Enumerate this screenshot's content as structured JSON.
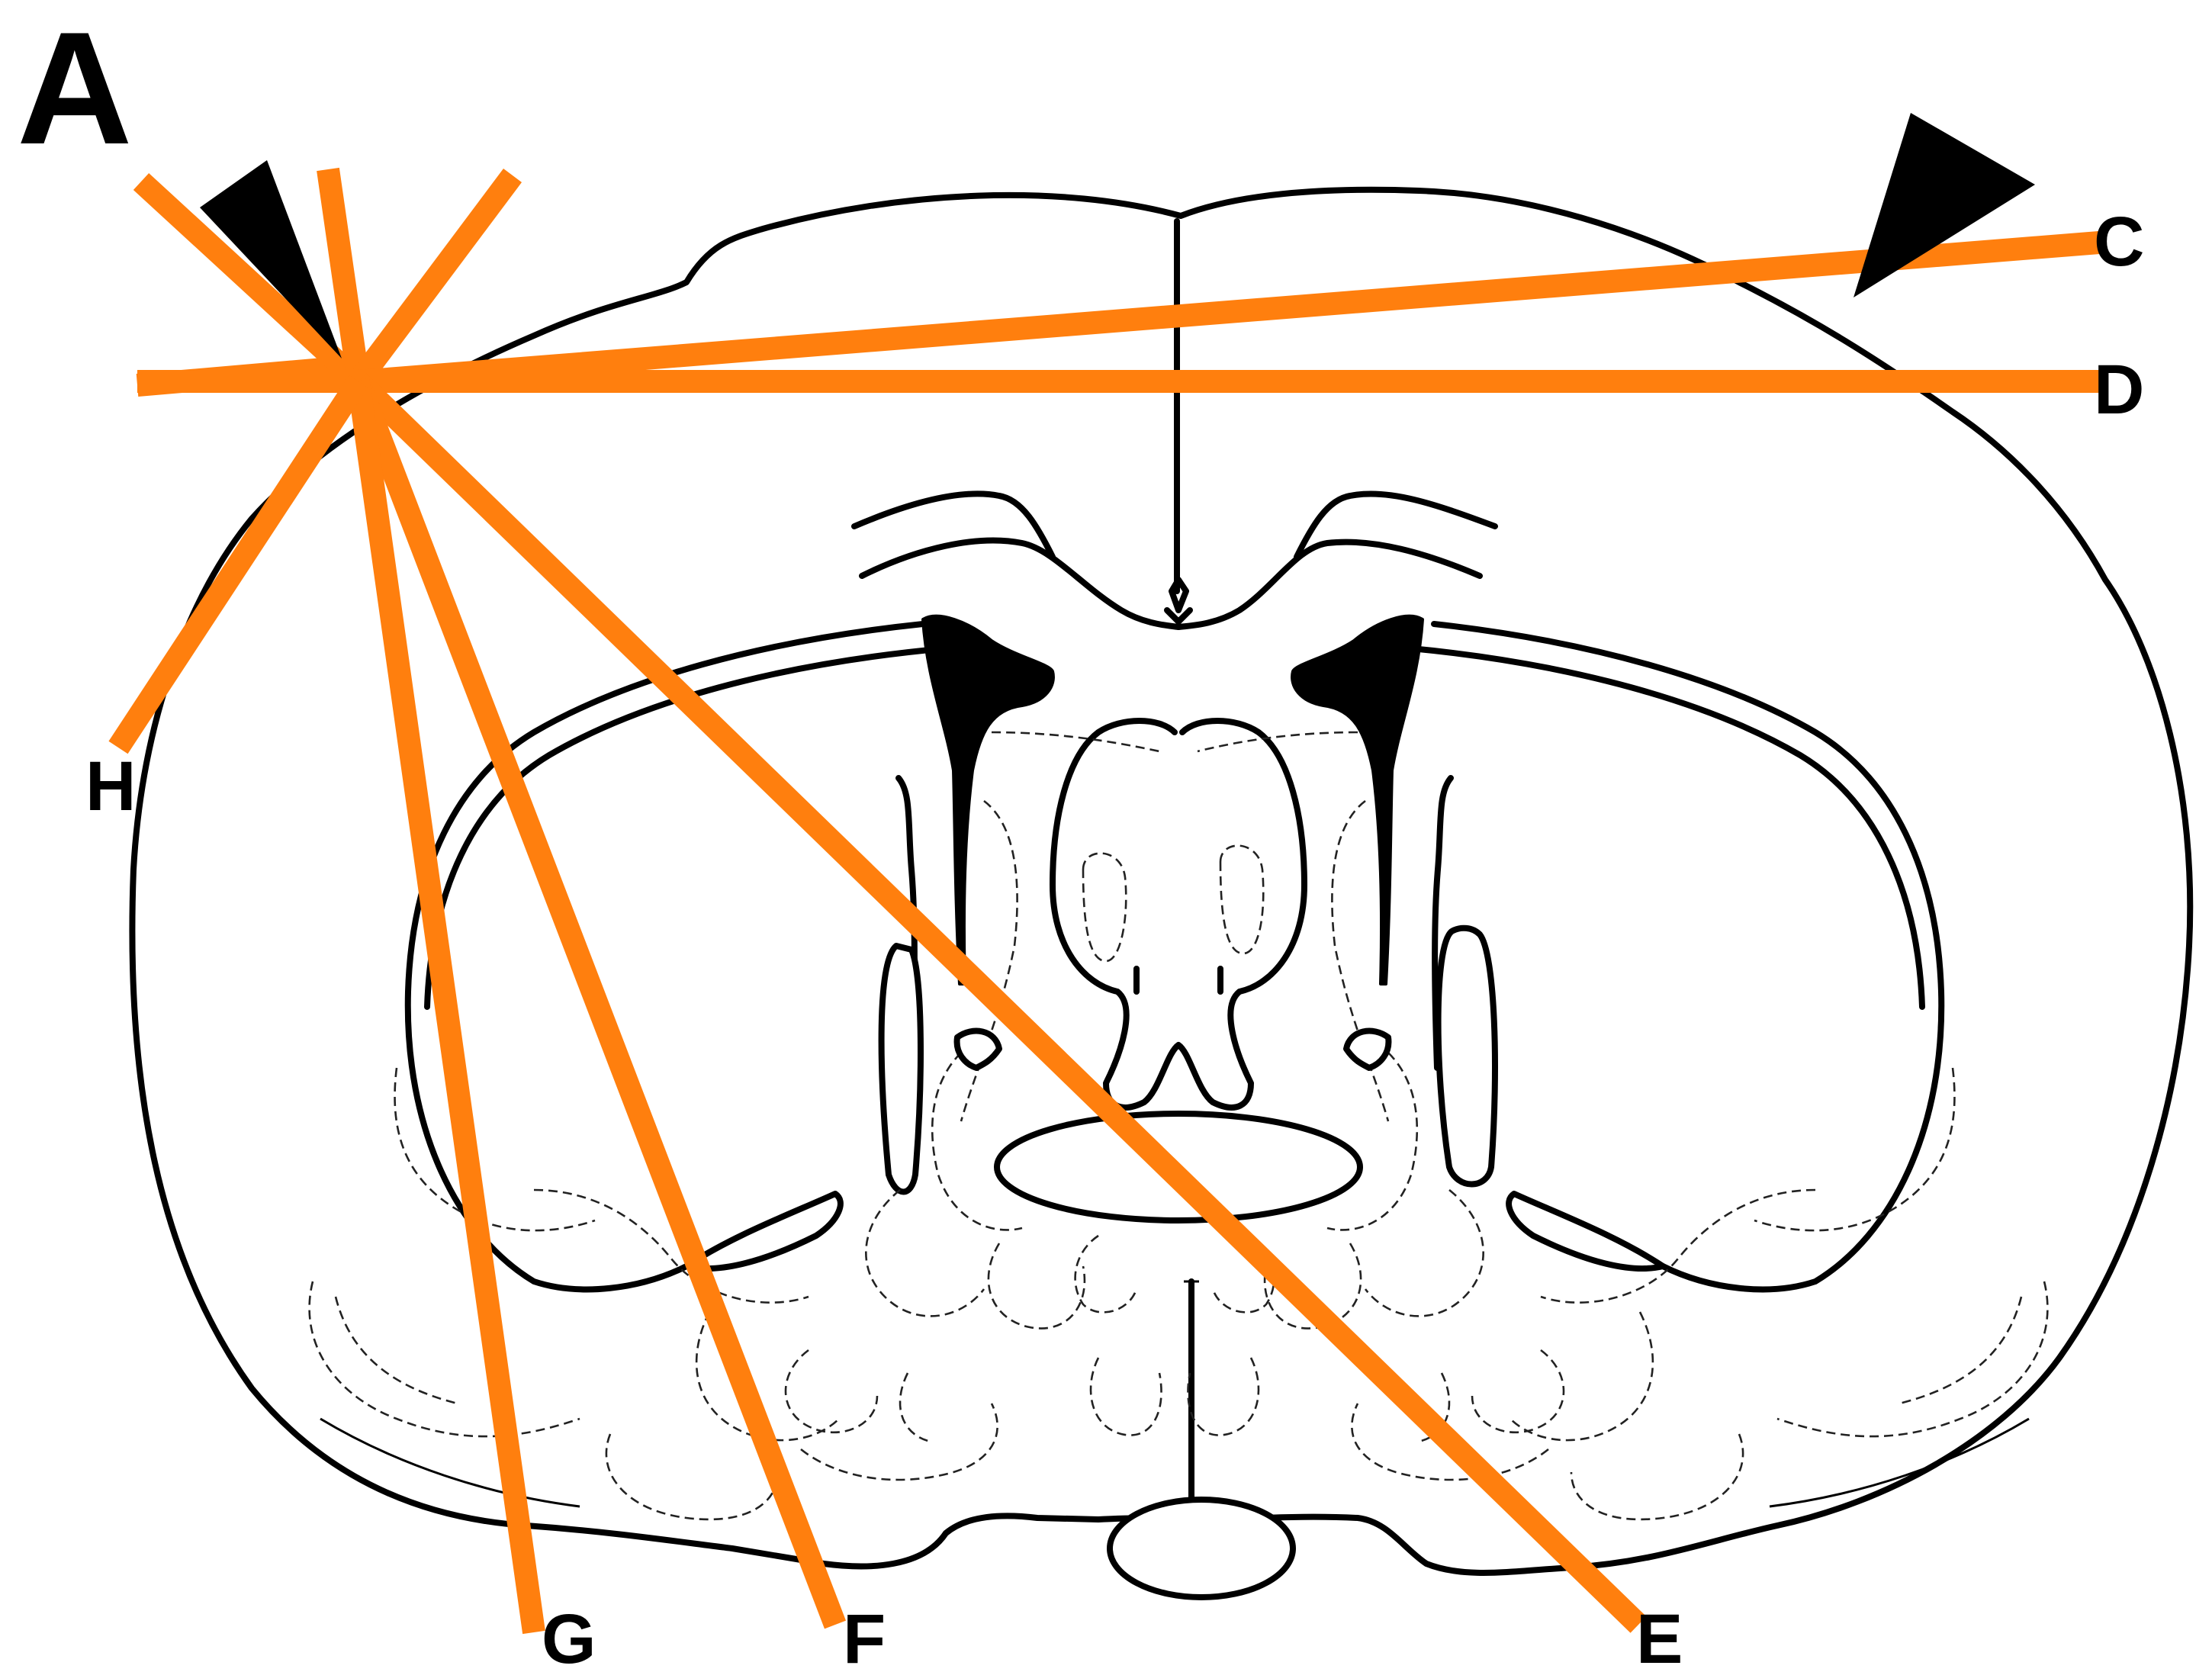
{
  "panel_label": "A",
  "colors": {
    "cut_line": "#FF7F0E",
    "outline": "#000000",
    "background": "#FFFFFF"
  },
  "cut_lines": [
    {
      "label": "C"
    },
    {
      "label": "D"
    },
    {
      "label": "E"
    },
    {
      "label": "F"
    },
    {
      "label": "G"
    },
    {
      "label": "H"
    }
  ],
  "markers": [
    "arrowhead-icon",
    "arrowhead-icon"
  ]
}
